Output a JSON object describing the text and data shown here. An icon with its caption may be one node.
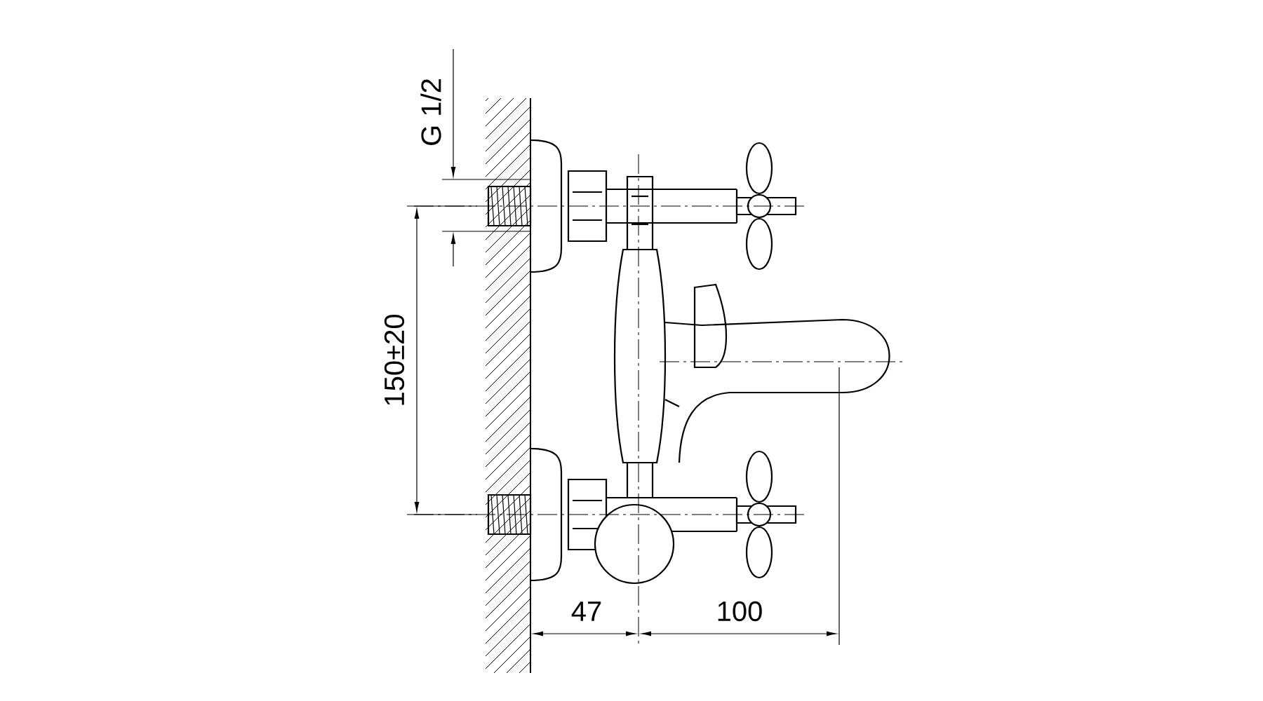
{
  "diagram": {
    "labels": [
      "G 1/2",
      "150±20",
      "47",
      "100"
    ]
  }
}
